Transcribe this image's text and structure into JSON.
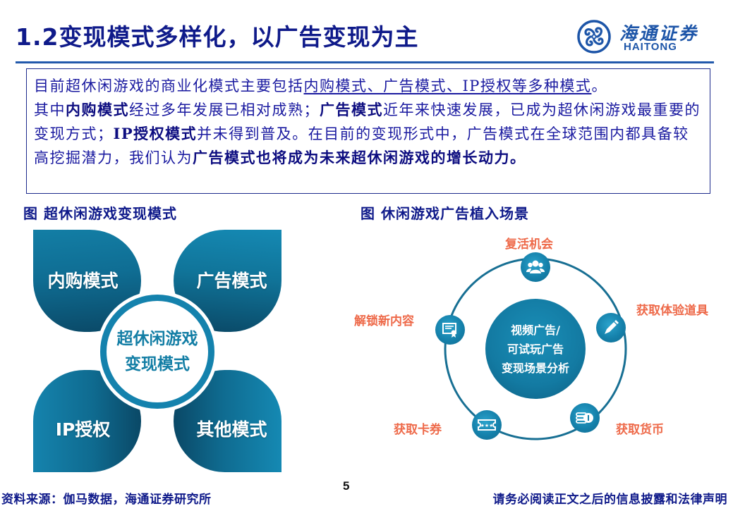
{
  "header": {
    "title": "1.2变现模式多样化，以广告变现为主",
    "logo": {
      "cn": "海通证券",
      "en": "HAITONG",
      "icon": "haitong-logo-icon"
    }
  },
  "summary": {
    "line1_pre": "目前超休闲游戏的商业化模式主要包括",
    "line1_underlined": "内购模式、广告模式、IP授权等多种模式",
    "line1_post": "。",
    "p2_a": "其中",
    "p2_b_bold": "内购模式",
    "p2_c": "经过多年发展已相对成熟；",
    "p2_d_bold": "广告模式",
    "p2_e": "近年来快速发展，已成为超休闲游戏最重要的变现方式；",
    "p2_f_bold": "IP授权模式",
    "p2_g": "并未得到普及。在目前的变现形式中，广告模式在全球范围内都具备较高挖掘潜力，我们认为",
    "p2_h_bold": "广告模式也将成为未来超休闲游戏的增长动力。"
  },
  "figures": {
    "left": {
      "caption": "图 超休闲游戏变现模式",
      "center": {
        "line1": "超休闲游戏",
        "line2": "变现模式"
      },
      "petals": [
        "内购模式",
        "广告模式",
        "IP授权",
        "其他模式"
      ],
      "colors": {
        "petal_light": "#1589b3",
        "petal_dark": "#0a4866",
        "hub_ring": "#1482ad"
      }
    },
    "right": {
      "caption": "图 休闲游戏广告植入场景",
      "hub": {
        "line1": "视频广告/",
        "line2": "可试玩广告",
        "line3": "变现场景分析"
      },
      "scenes": [
        {
          "label": "复活机会",
          "icon": "users-icon"
        },
        {
          "label": "获取体验道具",
          "icon": "pen-icon"
        },
        {
          "label": "获取货币",
          "icon": "coins-icon"
        },
        {
          "label": "获取卡券",
          "icon": "ticket-icon"
        },
        {
          "label": "解锁新内容",
          "icon": "certificate-icon"
        }
      ],
      "colors": {
        "label": "#ee6a4a",
        "node": "#1581ab",
        "ring": "#176f93"
      }
    }
  },
  "footer": {
    "page_number": "5",
    "source": "资料来源：伽马数据，海通证券研究所",
    "disclaimer": "请务必阅读正文之后的信息披露和法律声明"
  }
}
